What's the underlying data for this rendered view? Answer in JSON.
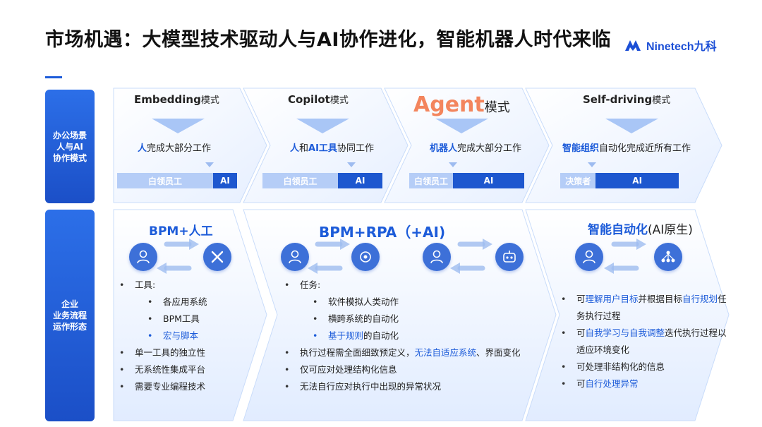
{
  "title": "市场机遇：大模型技术驱动人与AI协作进化，智能机器人时代来临",
  "logo": {
    "text": "Ninetech九科",
    "icon": "ninetech-logo-icon"
  },
  "rows": {
    "office_label": "办公场景\n人与AI\n协作模式",
    "business_label": "企业\n业务流程\n运作形态"
  },
  "modes": [
    {
      "title": "Embedding",
      "suffix": "模式",
      "desc_hl": "人",
      "desc_rest": "完成大部分工作",
      "bar": [
        "白领员工",
        "AI"
      ],
      "ai_share": 0.2
    },
    {
      "title": "Copilot",
      "suffix": "模式",
      "desc_hl": "人",
      "desc_mid": "和",
      "desc_hl2": "AI工具",
      "desc_rest": "协同工作",
      "bar": [
        "白领员工",
        "AI"
      ],
      "ai_share": 0.37
    },
    {
      "title": "Agent",
      "suffix": "模式",
      "desc_hl": "机器人",
      "desc_rest": "完成大部分工作",
      "bar": [
        "白领员工",
        "AI"
      ],
      "ai_share": 0.62
    },
    {
      "title": "Self-driving",
      "suffix": "模式",
      "desc_hl": "智能组织",
      "desc_rest": "自动化完成近所有工作",
      "bar": [
        "决策者",
        "AI"
      ],
      "ai_share": 0.7
    }
  ],
  "sections": [
    {
      "title": "BPM+人工",
      "icons": [
        "worker-icon",
        "tools-icon"
      ],
      "items": [
        {
          "text": "工具:",
          "level": 0
        },
        {
          "text": "各应用系统",
          "level": 1
        },
        {
          "text": "BPM工具",
          "level": 1
        },
        {
          "text": "宏与脚本",
          "level": 1,
          "blue": true
        },
        {
          "text": "单一工具的独立性",
          "level": 0
        },
        {
          "text": "无系统性集成平台",
          "level": 0
        },
        {
          "text": "需要专业编程技术",
          "level": 0
        }
      ]
    },
    {
      "title": "BPM+RPA（+AI)",
      "icons": [
        "worker-icon",
        "brain-icon",
        "worker-icon",
        "robot-icon"
      ],
      "items": [
        {
          "text": "任务:",
          "level": 0
        },
        {
          "text": "软件模拟人类动作",
          "level": 1
        },
        {
          "text": "横跨系统的自动化",
          "level": 1
        },
        {
          "hl": "基于规则",
          "rest": "的自动化",
          "level": 1
        },
        {
          "pre": "执行过程需全面细致预定义，",
          "hl": "无法自适应系统",
          "rest": "、界面变化",
          "level": 0
        },
        {
          "text": "仅可应对处理结构化信息",
          "level": 0
        },
        {
          "text": "无法自行应对执行中出现的异常状况",
          "level": 0
        }
      ]
    },
    {
      "title": "智能自动化",
      "title_suffix": "(AI原生)",
      "icons": [
        "worker-icon",
        "network-icon"
      ],
      "items": [
        {
          "pre": "可",
          "hl": "理解用户目标",
          "mid": "并根据目标",
          "hl2": "自行规划",
          "rest": "任务执行过程"
        },
        {
          "pre": "可",
          "hl": "自我学习与自我调整",
          "rest": "迭代执行过程以适应环境变化"
        },
        {
          "text": "可处理非结构化的信息"
        },
        {
          "pre": "可",
          "hl": "自行处理异常"
        }
      ]
    }
  ]
}
